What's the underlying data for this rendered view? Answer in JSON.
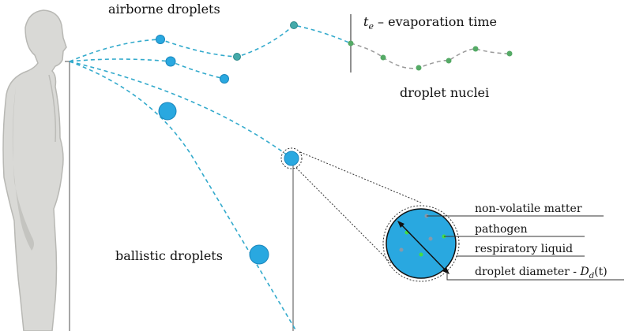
{
  "labels": {
    "airborne_droplets": "airborne droplets",
    "droplet_nuclei": "droplet nuclei",
    "ballistic_droplets": "ballistic droplets",
    "evaporation_symbol": "t",
    "evaporation_subscript": "e",
    "evaporation_text": " – evaporation time"
  },
  "callouts": {
    "non_volatile_matter": "non-volatile matter",
    "pathogen": "pathogen",
    "respiratory_liquid": "respiratory liquid",
    "droplet_diameter_text": "droplet diameter - ",
    "droplet_diameter_symbol": "D",
    "droplet_diameter_subscript": "d",
    "droplet_diameter_arg": "(t)"
  },
  "colors": {
    "droplet_fill": "#29A8E0",
    "droplet_stroke": "#1A86BC",
    "trajectory": "#33AACC",
    "nucleus_fill": "#55AA66",
    "nucleus_path": "#999999",
    "pathogen_green": "#44DD44",
    "matter_gray": "#8899AA",
    "body_skin": "#D9D9D6",
    "body_shadow": "#B8B8B4",
    "line_gray": "#777777"
  },
  "icons": {
    "human_figure": "human-body-side-view-icon"
  }
}
